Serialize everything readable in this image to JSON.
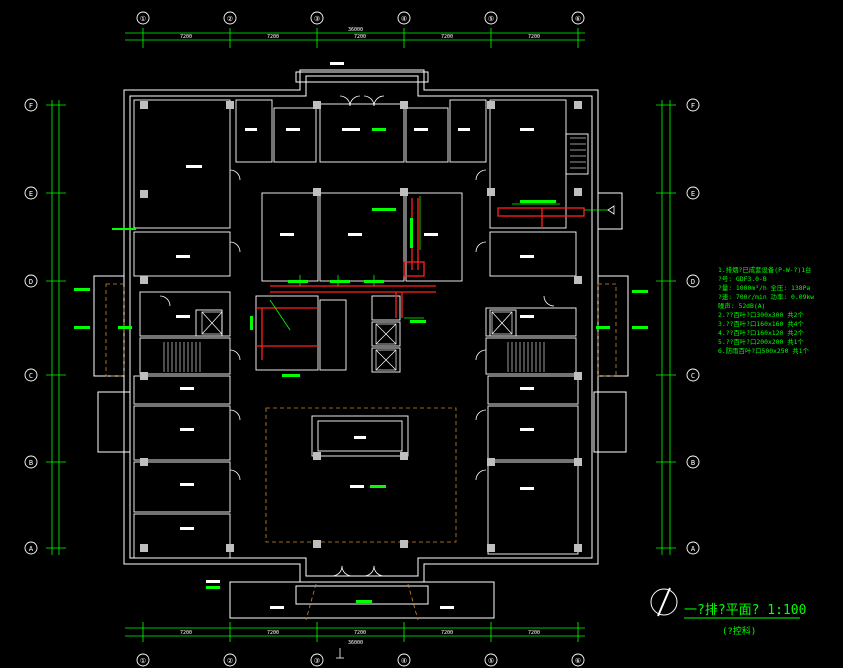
{
  "grid": {
    "columns": [
      "①",
      "②",
      "③",
      "④",
      "⑤",
      "⑥"
    ],
    "rows": [
      "F",
      "E",
      "D",
      "C",
      "B",
      "A"
    ]
  },
  "dims": {
    "bay": "7200",
    "total": "36000"
  },
  "notes": {
    "lines": [
      "1.排烟?已成套设备(P-W-?)1台",
      "?号: GDF3.0-B",
      "?量: 1000m³/h   全压: 138Pa",
      "?速: 700r/min   功率: 0.09kw",
      "噪声: 52dB(A)",
      "2.??百叶?口300x300   共2个",
      "3.??百叶?口160x160   共4个",
      "4.??百叶?口160x120   共2个",
      "5.??百叶?口200x200   共1个",
      "6.防雨百叶?口500x250  共1个"
    ]
  },
  "title": {
    "main": "一?排?平面?  1:100",
    "sub": "(?控科)"
  },
  "colors": {
    "line": "#ffffff",
    "grid_bubble": "#ffffff",
    "dim": "#00ff00",
    "duct": "#ff2020",
    "text_accent": "#00ff00",
    "dash": "#c98a2a"
  }
}
